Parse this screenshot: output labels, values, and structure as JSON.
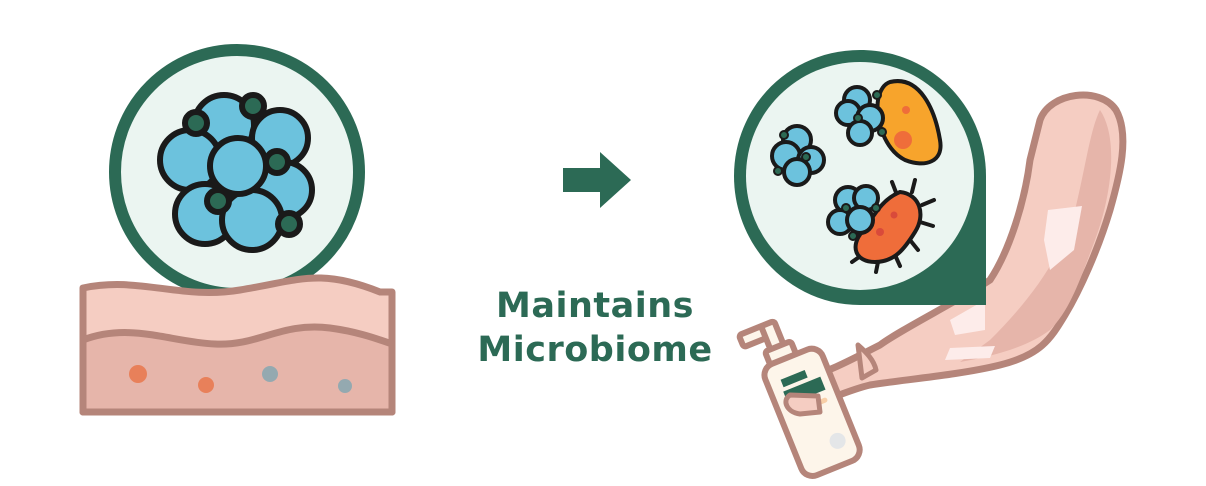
{
  "diagram": {
    "caption": {
      "line1": "Maintains",
      "line2": "Microbiome"
    },
    "left_panel": {
      "description": "Healthy skin with balanced microbe cluster",
      "icons": [
        "magnifier-circle",
        "microbe-cluster",
        "skin-layer"
      ]
    },
    "arrow": {
      "icon": "arrow-right"
    },
    "right_panel": {
      "description": "Arm applying cleanser from pump bottle; magnified bubble shows beneficial microbes alongside bacteria",
      "icons": [
        "speech-bubble-magnifier",
        "microbe-cluster",
        "bacterium-oval",
        "bacterium-spiky",
        "arm",
        "pump-bottle"
      ]
    },
    "colors": {
      "brand_green": "#2c6a55",
      "bubble_fill": "#ebf5f1",
      "microbe_blue": "#6cc2dd",
      "outline_dark": "#1a1a1a",
      "skin_outline": "#b5857a",
      "skin_light": "#f5cdc2",
      "skin_dark": "#e6b5aa",
      "bacterium_orange": "#f7a42c",
      "bacterium_red": "#ef6d3a",
      "bottle_fill": "#fdf5ea",
      "dot_orange": "#e8805a",
      "dot_grey": "#94a9b0"
    }
  }
}
